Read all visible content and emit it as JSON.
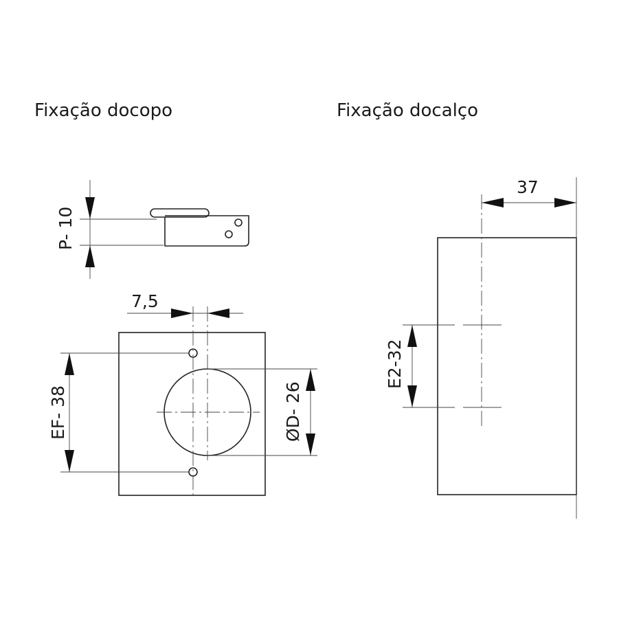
{
  "left_panel": {
    "title": "Fixação docopo",
    "dim_p": "P- 10",
    "dim_offset": "7,5",
    "dim_ef": "EF- 38",
    "dim_d": "ØD- 26"
  },
  "right_panel": {
    "title": "Fixação docalço",
    "dim_width": "37",
    "dim_e2": "E2-32"
  }
}
